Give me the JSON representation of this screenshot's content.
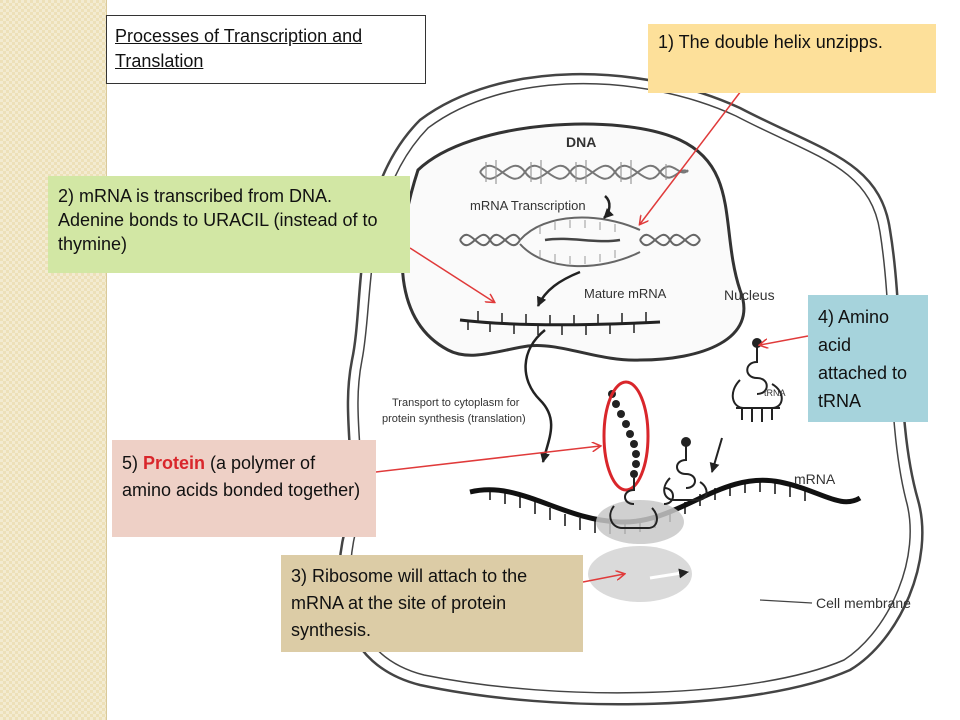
{
  "title": "Processes of Transcription and Translation",
  "callouts": {
    "c1": "1) The double helix unzipps.",
    "c2": "2) mRNA is transcribed from DNA.  Adenine bonds to URACIL (instead of to thymine)",
    "c3": "3) Ribosome will attach to the mRNA at the site of protein synthesis.",
    "c4": "4) Amino acid attached to tRNA",
    "c5_prefix": "5) ",
    "c5_highlight": "Protein",
    "c5_rest": " (a polymer of amino acids bonded together)"
  },
  "diagram_labels": {
    "dna": "DNA",
    "mrna_transcription": "mRNA Transcription",
    "mature_mrna": "Mature mRNA",
    "nucleus": "Nucleus",
    "trna": "tRNA",
    "transport_line1": "Transport to cytoplasm for",
    "transport_line2": "protein synthesis (translation)",
    "mrna": "mRNA",
    "cell_membrane": "Cell membrane"
  },
  "colors": {
    "arrow": "#e03a3a",
    "protein_highlight": "#d9262b",
    "callout_1": "#fde09a",
    "callout_2": "#d2e7a4",
    "callout_3": "#dccca6",
    "callout_4": "#a6d3dc",
    "callout_5": "#eed0c6"
  }
}
